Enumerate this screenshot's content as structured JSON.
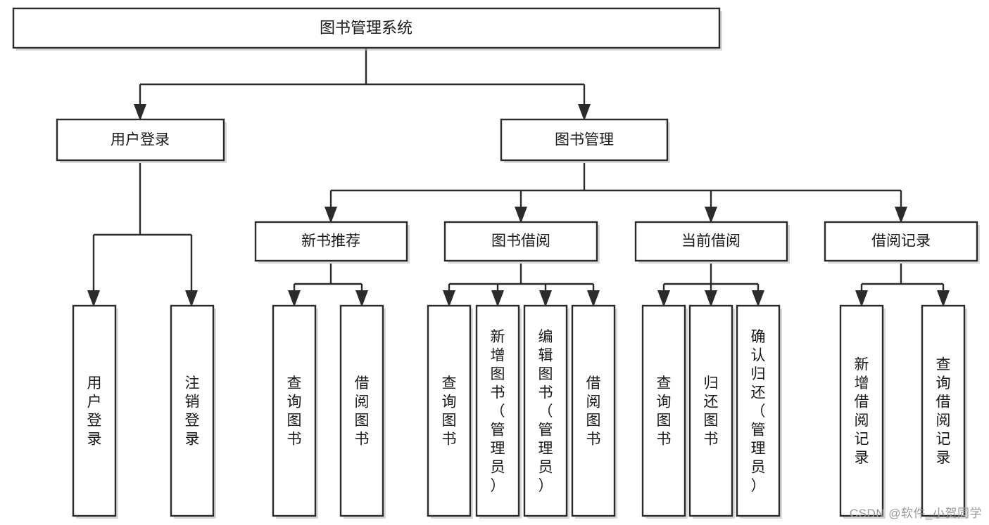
{
  "diagram": {
    "type": "hierarchy-tree",
    "title": "图书管理系统",
    "orientation": "top-down",
    "watermark": "CSDN @软件_小贺同学",
    "colors": {
      "box_stroke": "#2b2b2b",
      "box_fill": "#ffffff",
      "connector": "#2b2b2b",
      "text": "#1a1a1a",
      "watermark": "#9a9a9a",
      "background": "#ffffff"
    },
    "levels": {
      "root": "图书管理系统",
      "level2": [
        "用户登录",
        "图书管理"
      ],
      "level3": [
        "新书推荐",
        "图书借阅",
        "当前借阅",
        "借阅记录"
      ]
    },
    "root": {
      "label": "图书管理系统"
    },
    "nodes": {
      "user_login": {
        "label": "用户登录",
        "children": [
          "用户登录",
          "注销登录"
        ]
      },
      "book_manage": {
        "label": "图书管理",
        "children": [
          "新书推荐",
          "图书借阅",
          "当前借阅",
          "借阅记录"
        ]
      },
      "new_book_recommend": {
        "label": "新书推荐",
        "children": [
          "查询图书",
          "借阅图书"
        ]
      },
      "book_borrow": {
        "label": "图书借阅",
        "children": [
          "查询图书",
          "新增图书（管理员）",
          "编辑图书（管理员）",
          "借阅图书"
        ]
      },
      "current_borrow": {
        "label": "当前借阅",
        "children": [
          "查询图书",
          "归还图书",
          "确认归还（管理员）"
        ]
      },
      "borrow_record": {
        "label": "借阅记录",
        "children": [
          "新增借阅记录",
          "查询借阅记录"
        ]
      }
    },
    "leaves": [
      {
        "id": "leaf-user-login",
        "label": "用户登录",
        "parent": "用户登录"
      },
      {
        "id": "leaf-logout",
        "label": "注销登录",
        "parent": "用户登录"
      },
      {
        "id": "leaf-query-book-1",
        "label": "查询图书",
        "parent": "新书推荐"
      },
      {
        "id": "leaf-borrow-book-1",
        "label": "借阅图书",
        "parent": "新书推荐"
      },
      {
        "id": "leaf-query-book-2",
        "label": "查询图书",
        "parent": "图书借阅"
      },
      {
        "id": "leaf-add-book",
        "label": "新增图书（管理员）",
        "parent": "图书借阅"
      },
      {
        "id": "leaf-edit-book",
        "label": "编辑图书（管理员）",
        "parent": "图书借阅"
      },
      {
        "id": "leaf-borrow-book-2",
        "label": "借阅图书",
        "parent": "图书借阅"
      },
      {
        "id": "leaf-query-book-3",
        "label": "查询图书",
        "parent": "当前借阅"
      },
      {
        "id": "leaf-return-book",
        "label": "归还图书",
        "parent": "当前借阅"
      },
      {
        "id": "leaf-confirm-return",
        "label": "确认归还（管理员）",
        "parent": "当前借阅"
      },
      {
        "id": "leaf-add-record",
        "label": "新增借阅记录",
        "parent": "借阅记录"
      },
      {
        "id": "leaf-query-record",
        "label": "查询借阅记录",
        "parent": "借阅记录"
      }
    ]
  }
}
